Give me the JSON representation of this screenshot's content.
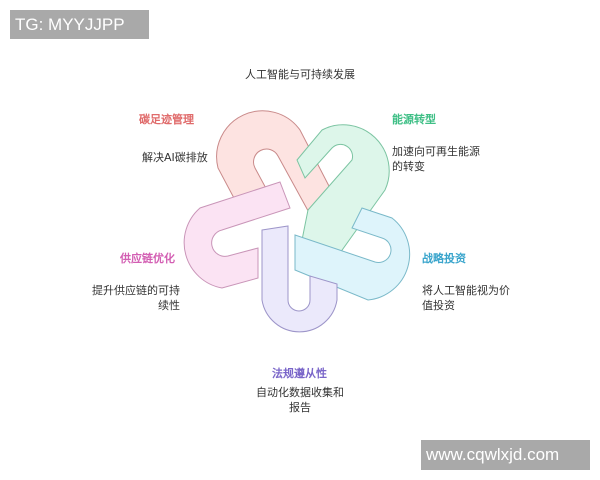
{
  "watermarks": {
    "top": "TG: MYYJJPP",
    "bottom": "www.cqwlxjd.com"
  },
  "diagram": {
    "title": "人工智能与可持续发展",
    "nodes": [
      {
        "id": "carbon",
        "label": "碳足迹管理",
        "description": "解决AI碳排放",
        "color": "#e06b6b",
        "fill": "#fde3e1",
        "stroke": "#c98a8a"
      },
      {
        "id": "energy",
        "label": "能源转型",
        "description": "加速向可再生能源的转变",
        "description_lines": [
          "加速向可再生能源",
          "的转变"
        ],
        "color": "#3fbf86",
        "fill": "#ddf6ea",
        "stroke": "#7cc4a2"
      },
      {
        "id": "invest",
        "label": "战略投资",
        "description": "将人工智能视为价值投资",
        "description_lines": [
          "将人工智能视为价",
          "值投资"
        ],
        "color": "#3aa5cc",
        "fill": "#def4fb",
        "stroke": "#7ab9c9"
      },
      {
        "id": "compliance",
        "label": "法规遵从性",
        "description": "自动化数据收集和报告",
        "description_lines": [
          "自动化数据收集和",
          "报告"
        ],
        "color": "#7a66c9",
        "fill": "#ebe9fb",
        "stroke": "#9d95c9"
      },
      {
        "id": "supply",
        "label": "供应链优化",
        "description": "提升供应链的可持续性",
        "description_lines": [
          "提升供应链的可持",
          "续性"
        ],
        "color": "#d35fb3",
        "fill": "#fbe3f3",
        "stroke": "#c995b8"
      }
    ]
  }
}
